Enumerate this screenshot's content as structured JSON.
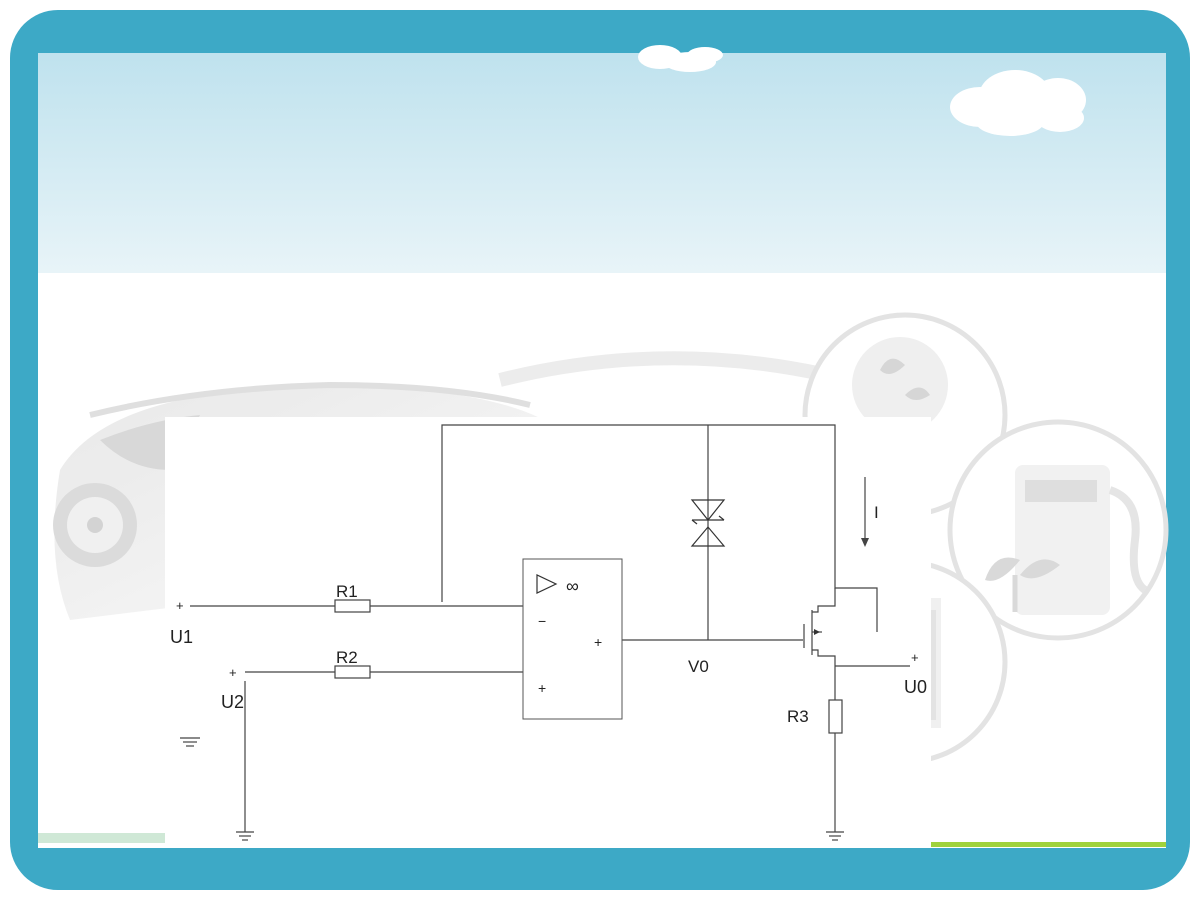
{
  "slide": {
    "colors": {
      "frame": "#3DA9C6",
      "sky_top": "#BFE2EE",
      "sky_bottom": "#E8F4F8",
      "footer_accent": "#9FD23C"
    },
    "background_art": [
      "car-illustration",
      "leaf-bulb-icon",
      "fuel-pump-plant-icon",
      "battery-icon"
    ]
  },
  "circuit": {
    "resistors": {
      "r1": "R1",
      "r2": "R2",
      "r3": "R3"
    },
    "inputs": {
      "u1": "U1",
      "u2": "U2"
    },
    "output": "U0",
    "opamp_output_node": "V0",
    "current": "I",
    "opamp": {
      "gain_symbol": "∞",
      "minus_sign": "−",
      "plus_sign_output": "+",
      "plus_sign_noninverting": "+"
    },
    "terminal_signs": {
      "u1": "+",
      "u2": "+",
      "u0": "+"
    }
  }
}
